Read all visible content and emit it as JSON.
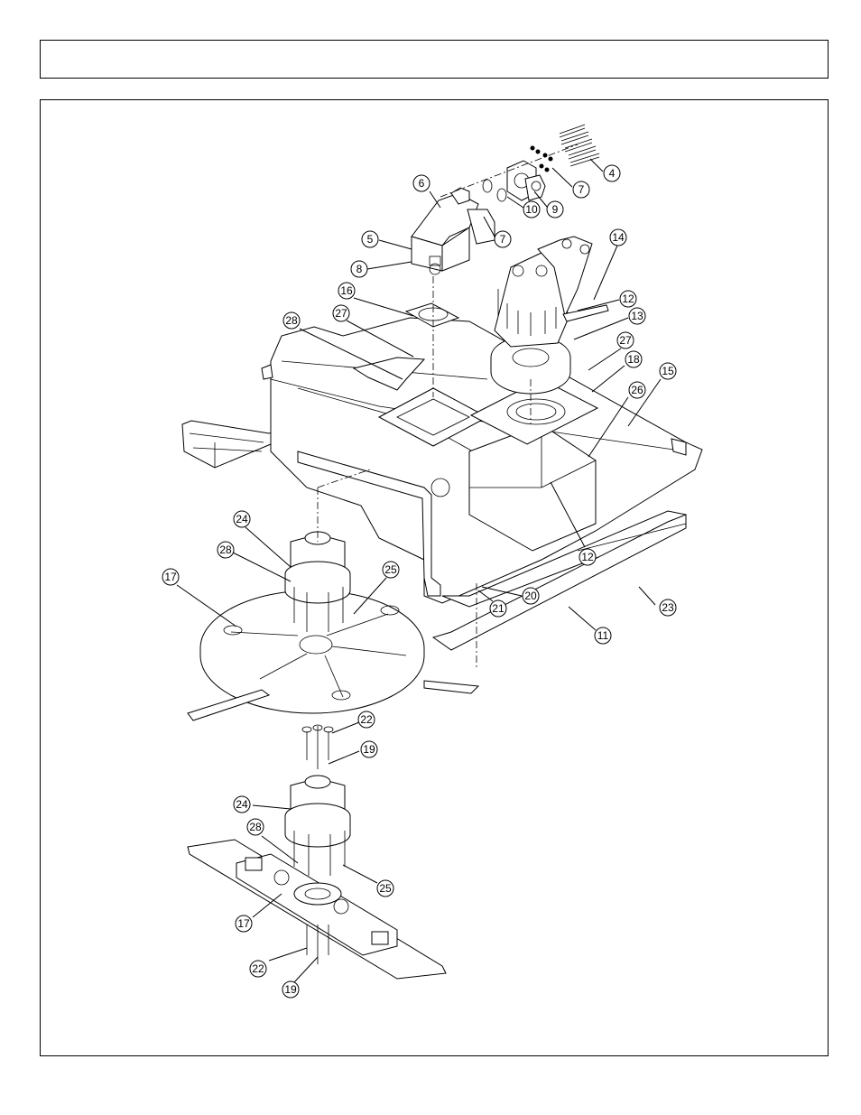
{
  "header": {
    "title": ""
  },
  "callouts": [
    {
      "id": "c4",
      "label": "4"
    },
    {
      "id": "c7a",
      "label": "7"
    },
    {
      "id": "c9",
      "label": "9"
    },
    {
      "id": "c10",
      "label": "10"
    },
    {
      "id": "c7b",
      "label": "7"
    },
    {
      "id": "c6",
      "label": "6"
    },
    {
      "id": "c5",
      "label": "5"
    },
    {
      "id": "c8",
      "label": "8"
    },
    {
      "id": "c14",
      "label": "14"
    },
    {
      "id": "c12a",
      "label": "12"
    },
    {
      "id": "c13",
      "label": "13"
    },
    {
      "id": "c16",
      "label": "16"
    },
    {
      "id": "c27a",
      "label": "27"
    },
    {
      "id": "c28a",
      "label": "28"
    },
    {
      "id": "c27b",
      "label": "27"
    },
    {
      "id": "c18",
      "label": "18"
    },
    {
      "id": "c26",
      "label": "26"
    },
    {
      "id": "c15",
      "label": "15"
    },
    {
      "id": "c24a",
      "label": "24"
    },
    {
      "id": "c28b",
      "label": "28"
    },
    {
      "id": "c25a",
      "label": "25"
    },
    {
      "id": "c17a",
      "label": "17"
    },
    {
      "id": "c12b",
      "label": "12"
    },
    {
      "id": "c20",
      "label": "20"
    },
    {
      "id": "c21",
      "label": "21"
    },
    {
      "id": "c23",
      "label": "23"
    },
    {
      "id": "c11",
      "label": "11"
    },
    {
      "id": "c22a",
      "label": "22"
    },
    {
      "id": "c19a",
      "label": "19"
    },
    {
      "id": "c24b",
      "label": "24"
    },
    {
      "id": "c28c",
      "label": "28"
    },
    {
      "id": "c25b",
      "label": "25"
    },
    {
      "id": "c17b",
      "label": "17"
    },
    {
      "id": "c22b",
      "label": "22"
    },
    {
      "id": "c19b",
      "label": "19"
    }
  ]
}
